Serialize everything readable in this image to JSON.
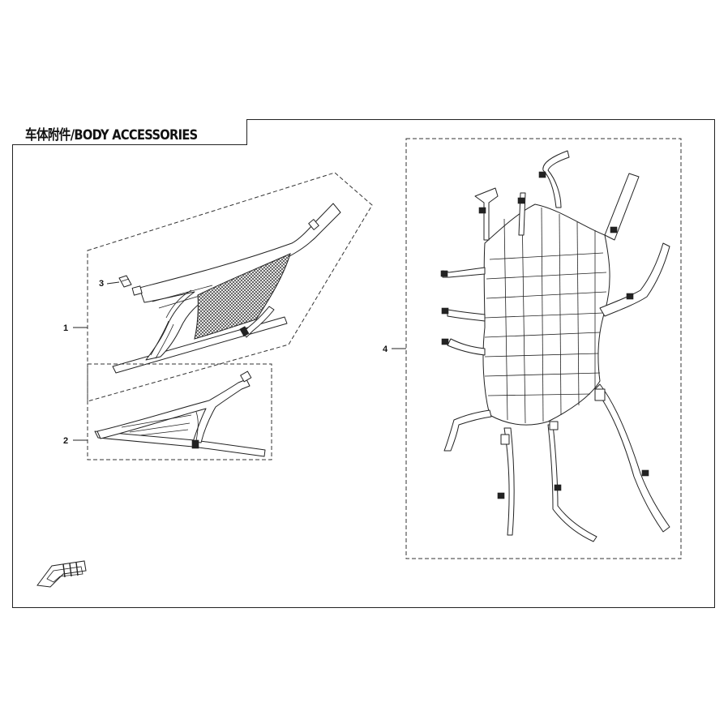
{
  "title": "车体附件/BODY ACCESSORIES",
  "callouts": [
    {
      "id": "1",
      "label": "1"
    },
    {
      "id": "2",
      "label": "2"
    },
    {
      "id": "3",
      "label": "3"
    },
    {
      "id": "4",
      "label": "4"
    }
  ],
  "icons": {
    "front_indicator": "front-arrow-icon"
  }
}
